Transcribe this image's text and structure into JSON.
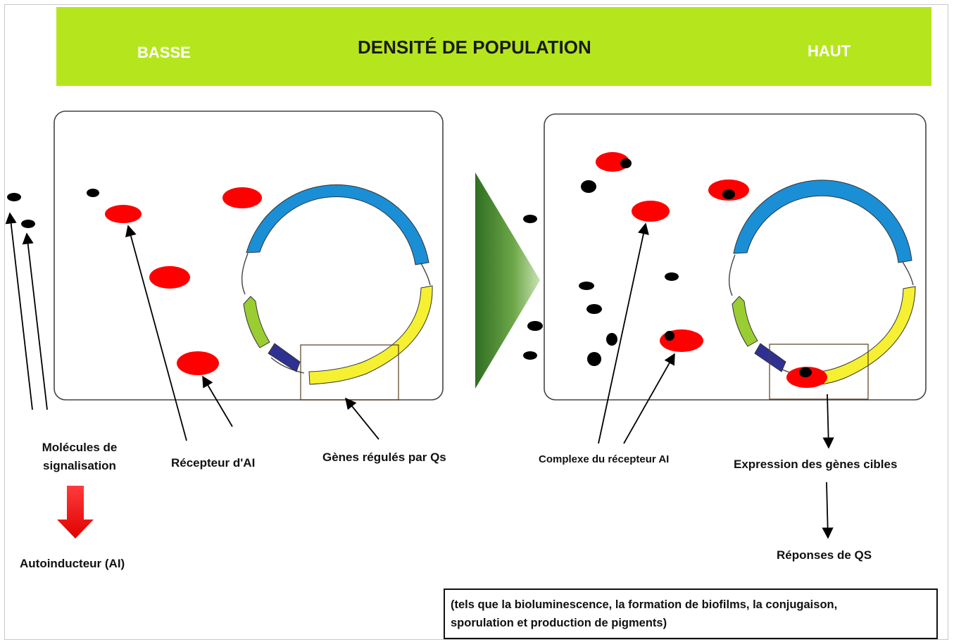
{
  "header": {
    "title": "DENSITÉ DE POPULATION",
    "low_label": "BASSE",
    "high_label": "HAUT"
  },
  "labels": {
    "signaling_molecules": "Molécules de\nsignalisation",
    "autoinducer": "Autoinducteur (AI)",
    "ai_receptor": "Récepteur d'AI",
    "qs_regulated_genes": "Gènes régulés par Qs",
    "ai_receptor_complex": "Complexe du récepteur AI",
    "target_gene_expression": "Expression des gènes cibles",
    "qs_responses": "Réponses de QS"
  },
  "responses_note": {
    "line1": "(tels que la bioluminescence, la formation de biofilms, la conjugaison,",
    "line2": "sporulation et production de pigments)"
  },
  "colors": {
    "banner": "#b5e61d",
    "receptor": "#ff0000",
    "molecule": "#000000",
    "gene_blue": "#1a8fd6",
    "gene_yellow": "#f5f032",
    "gene_green": "#9acd32",
    "gene_navy": "#2e3192",
    "transition_arrow": "#4f8a2c"
  },
  "icons": {
    "autoinducer_arrow": "red-down-arrow-icon",
    "transition_arrow": "green-triangle-arrow-icon"
  }
}
